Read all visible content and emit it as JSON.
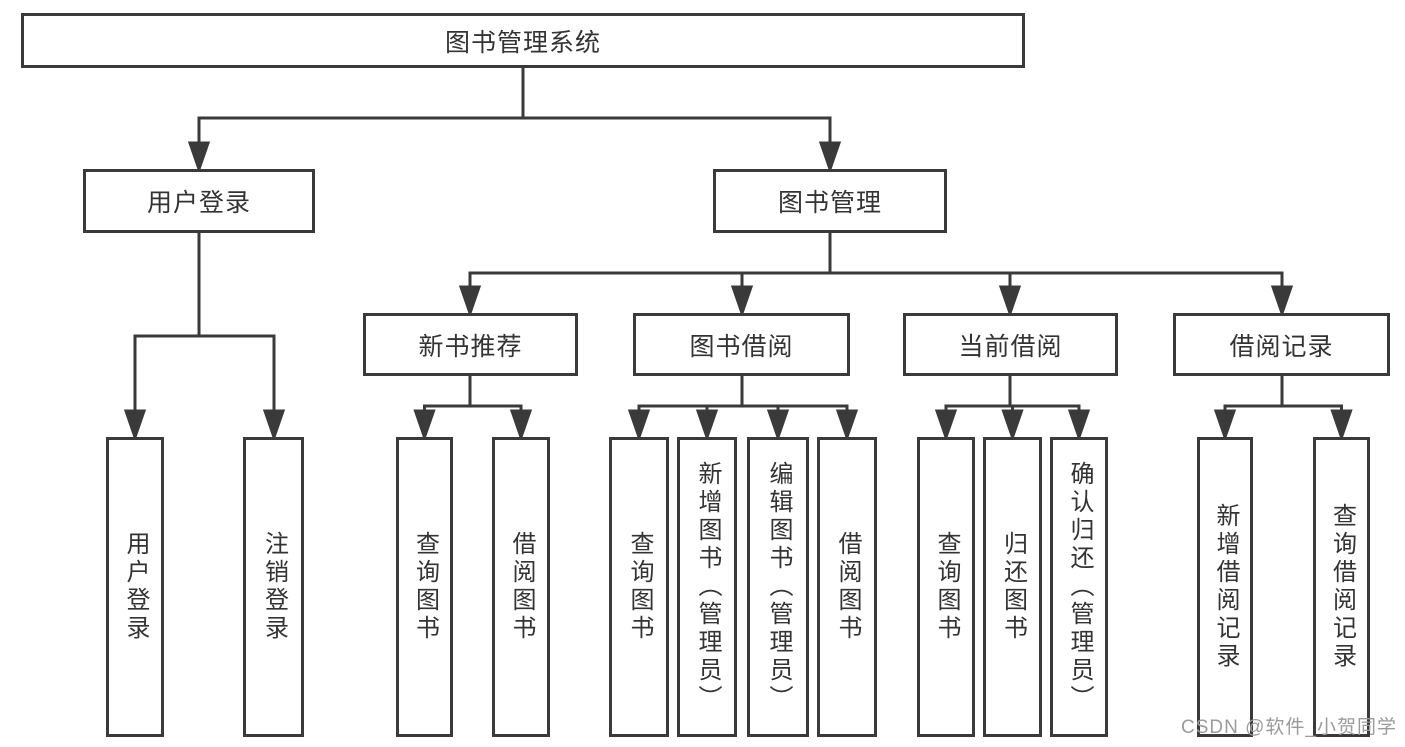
{
  "diagram": {
    "title": "图书管理系统",
    "root": {
      "label": "图书管理系统"
    },
    "level2": [
      {
        "label": "用户登录"
      },
      {
        "label": "图书管理"
      }
    ],
    "level3": [
      {
        "label": "新书推荐"
      },
      {
        "label": "图书借阅"
      },
      {
        "label": "当前借阅"
      },
      {
        "label": "借阅记录"
      }
    ],
    "leaves": {
      "user_login": [
        "用户登录",
        "注销登录"
      ],
      "new_book": [
        "查询图书",
        "借阅图书"
      ],
      "book_borrow": [
        "查询图书",
        "新增图书（管理员）",
        "编辑图书（管理员）",
        "借阅图书"
      ],
      "current_borrow": [
        "查询图书",
        "归还图书",
        "确认归还（管理员）"
      ],
      "borrow_record": [
        "新增借阅记录",
        "查询借阅记录"
      ]
    }
  },
  "watermark": "CSDN @软件_小贺同学",
  "colors": {
    "line": "#3a3a3a",
    "text": "#333333",
    "watermark": "#9b9b9b",
    "background": "#ffffff"
  }
}
